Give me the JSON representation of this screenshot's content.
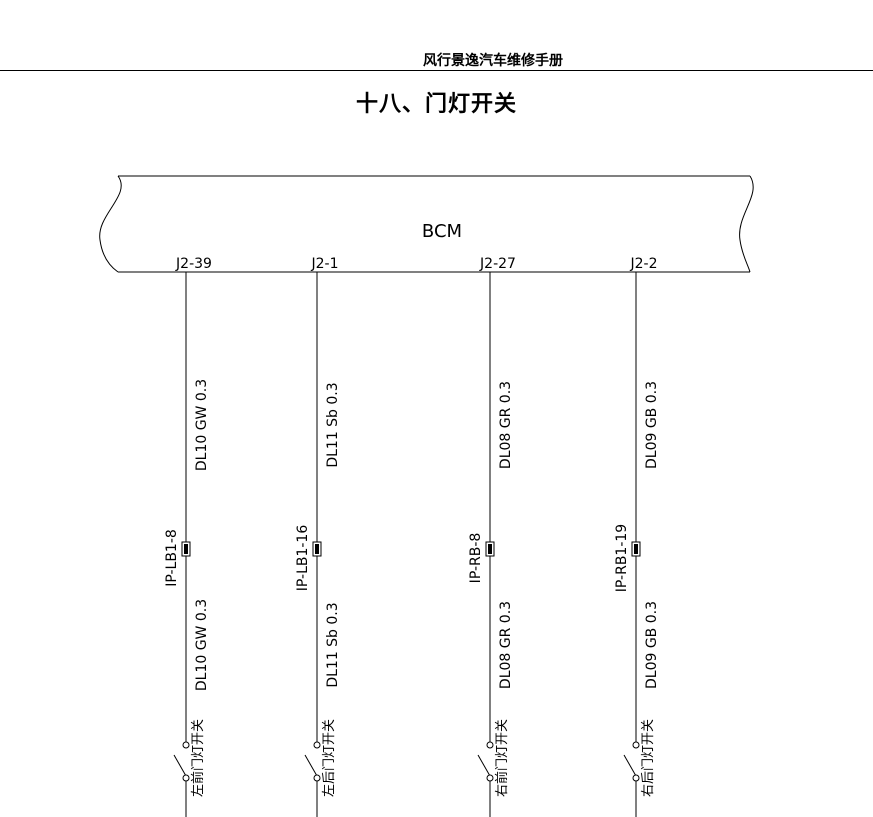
{
  "header": {
    "title": "风行景逸汽车维修手册"
  },
  "page_title": "十八、门灯开关",
  "module": {
    "label": "BCM"
  },
  "circuits": [
    {
      "pin": "J2-39",
      "wire_upper": "DL10 GW 0.3",
      "connector": "IP-LB1-8",
      "wire_lower": "DL10 GW 0.3",
      "switch": "左前门灯开关"
    },
    {
      "pin": "J2-1",
      "wire_upper": "DL11 Sb 0.3",
      "connector": "IP-LB1-16",
      "wire_lower": "DL11 Sb 0.3",
      "switch": "左后门灯开关"
    },
    {
      "pin": "J2-27",
      "wire_upper": "DL08 GR 0.3",
      "connector": "IP-RB-8",
      "wire_lower": "DL08 GR 0.3",
      "switch": "右前门灯开关"
    },
    {
      "pin": "J2-2",
      "wire_upper": "DL09 GB 0.3",
      "connector": "IP-RB1-19",
      "wire_lower": "DL09 GB 0.3",
      "switch": "右后门灯开关"
    }
  ]
}
